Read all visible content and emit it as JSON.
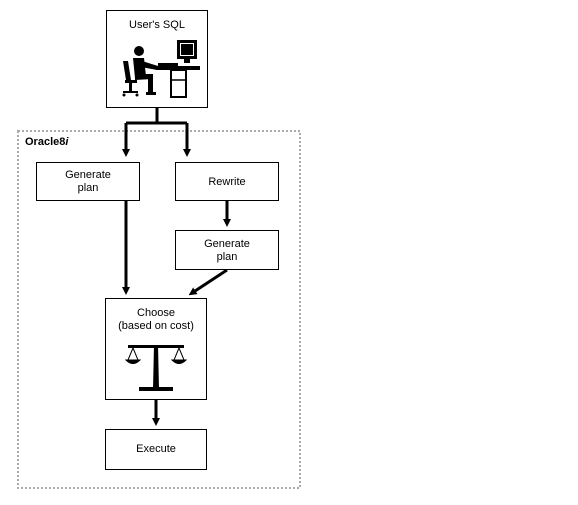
{
  "user_box": {
    "label": "User's SQL",
    "icon": "user-at-computer-icon"
  },
  "group": {
    "label_prefix": "Oracle8",
    "label_suffix": "i"
  },
  "nodes": {
    "generate_plan_left": "Generate\nplan",
    "rewrite": "Rewrite",
    "generate_plan_right": "Generate\nplan",
    "choose": "Choose\n(based on cost)",
    "choose_icon": "balance-scale-icon",
    "execute": "Execute"
  },
  "colors": {
    "line": "#000000",
    "group_border": "#aaaaaa",
    "background": "#ffffff"
  }
}
